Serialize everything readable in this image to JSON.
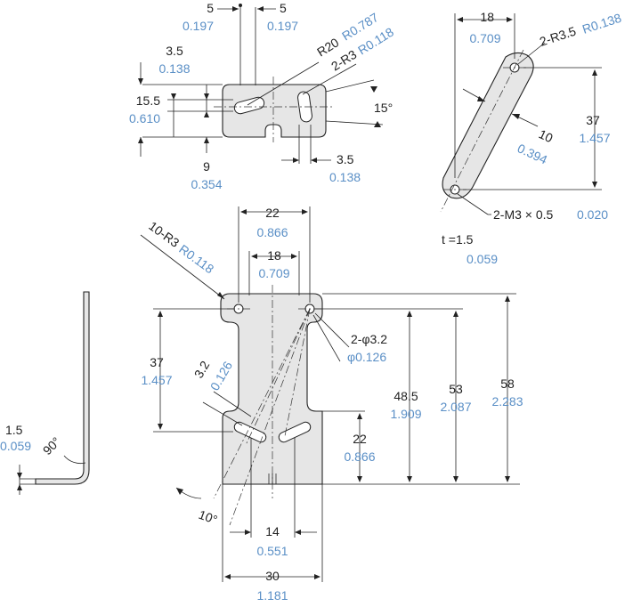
{
  "labels": {
    "t_top5a": "5",
    "b_top5a": "0.197",
    "t_top5b": "5",
    "b_top5b": "0.197",
    "t_r20": "R20",
    "b_r20": "R0.787",
    "t_2r3": "2-R3",
    "b_2r3": "R0.118",
    "t_3p5a": "3.5",
    "b_3p5a": "0.138",
    "t_15p5": "15.5",
    "b_15p5": "0.610",
    "t_15deg": "15°",
    "t_9": "9",
    "b_9": "0.354",
    "t_3p5b": "3.5",
    "b_3p5b": "0.138",
    "t_18a": "18",
    "b_18a": "0.709",
    "t_2r3p5": "2-R3.5",
    "b_2r3p5": "R0.138",
    "t_37a": "37",
    "b_37a": "1.457",
    "t_10": "10",
    "b_10": "0.394",
    "t_m3": "2-M3 × 0.5",
    "b_m3": "0.020",
    "t_t15": "t =1.5",
    "b_t15": "0.059",
    "t_22a": "22",
    "b_22a": "0.866",
    "t_10r3": "10-R3",
    "b_10r3": "R0.118",
    "t_18b": "18",
    "b_18b": "0.709",
    "t_phi": "2-φ3.2",
    "b_phi": "φ0.126",
    "t_37b": "37",
    "b_37b": "1.457",
    "t_3p2": "3.2",
    "b_3p2": "0.126",
    "t_48p5": "48.5",
    "b_48p5": "1.909",
    "t_53": "53",
    "b_53": "2.087",
    "t_58": "58",
    "b_58": "2.283",
    "t_22b": "22",
    "b_22b": "0.866",
    "t_1p5": "1.5",
    "b_1p5": "0.059",
    "t_90deg": "90°",
    "t_10deg": "10°",
    "t_14": "14",
    "b_14": "0.551",
    "t_30": "30",
    "b_30": "1.181"
  },
  "colors": {
    "mm": "#222222",
    "inch": "#5a8fc6",
    "part_fill": "#e6e6e6"
  }
}
